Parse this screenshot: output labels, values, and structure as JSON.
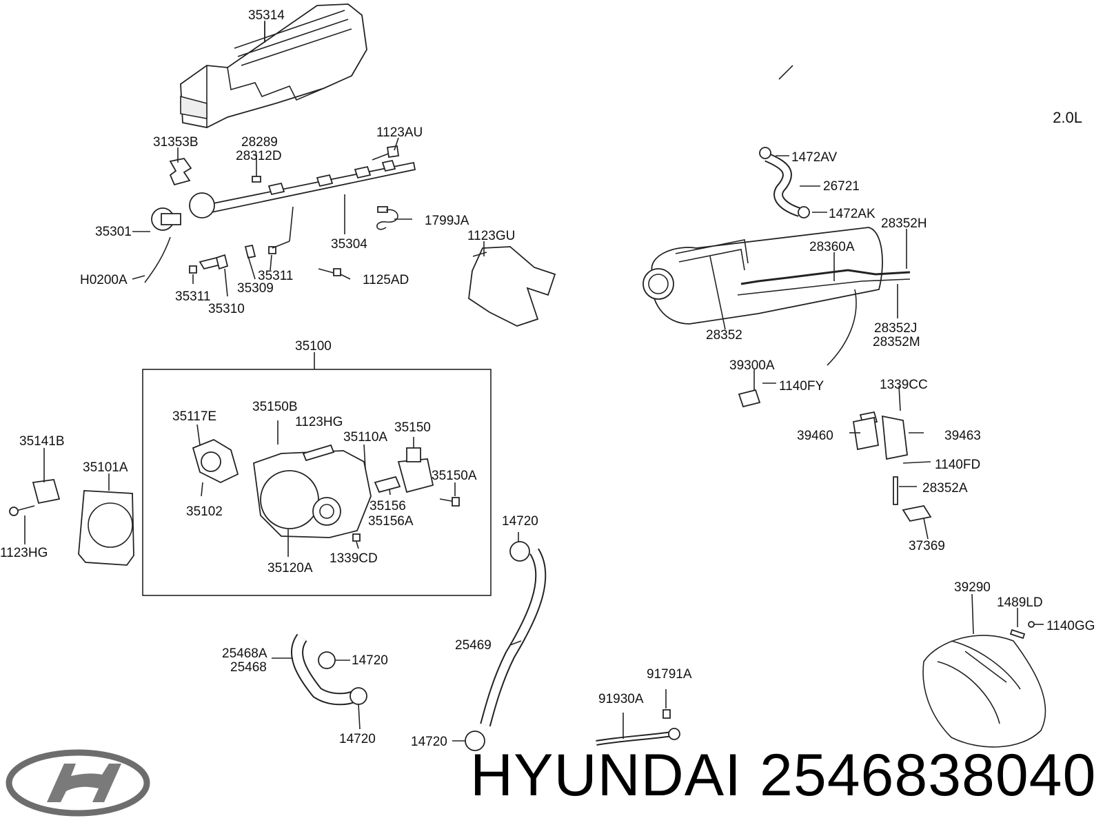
{
  "engine_label": "2.0L",
  "brand": {
    "name": "HYUNDAI",
    "part_number": "2546838040"
  },
  "parts": {
    "p35314": "35314",
    "p31353B": "31353B",
    "p28289": "28289",
    "p28312D": "28312D",
    "p1123AU": "1123AU",
    "p35301": "35301",
    "p35304": "35304",
    "p1799JA": "1799JA",
    "p1123GU": "1123GU",
    "pH0200A": "H0200A",
    "p35311a": "35311",
    "p35311b": "35311",
    "p35309": "35309",
    "p35310": "35310",
    "p1125AD": "1125AD",
    "p35100": "35100",
    "p35117E": "35117E",
    "p35150B": "35150B",
    "p1123HG_in": "1123HG",
    "p35150": "35150",
    "p35110A": "35110A",
    "p35150A": "35150A",
    "p35102": "35102",
    "p35156": "35156",
    "p35156A": "35156A",
    "p1339CD": "1339CD",
    "p35120A": "35120A",
    "p35141B": "35141B",
    "p35101A": "35101A",
    "p1123HG_out": "1123HG",
    "p14720a": "14720",
    "p25469": "25469",
    "p25468A": "25468A",
    "p25468": "25468",
    "p14720b": "14720",
    "p14720c": "14720",
    "p14720d": "14720",
    "p91791A": "91791A",
    "p91930A": "91930A",
    "p1472AV": "1472AV",
    "p26721": "26721",
    "p1472AK": "1472AK",
    "p28352H": "28352H",
    "p28360A": "28360A",
    "p28352": "28352",
    "p28352J": "28352J",
    "p28352M": "28352M",
    "p39300A": "39300A",
    "p1140FY": "1140FY",
    "p1339CC": "1339CC",
    "p39460": "39460",
    "p39463": "39463",
    "p1140FD": "1140FD",
    "p28352A": "28352A",
    "p37369": "37369",
    "p39290": "39290",
    "p1489LD": "1489LD",
    "p1140GG": "1140GG"
  }
}
